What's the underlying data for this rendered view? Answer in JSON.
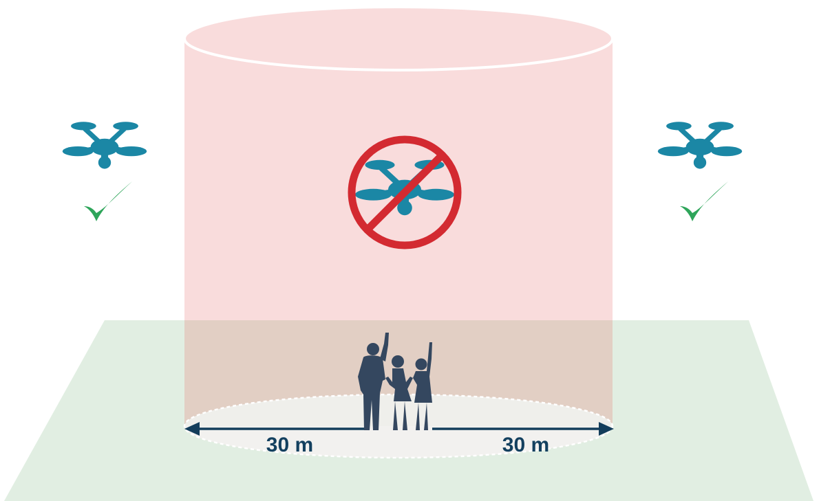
{
  "colors": {
    "ground": "#e1eee2",
    "cylinder": "#f9dcdc",
    "cylinder_lower": "#e2cfc4",
    "base_ellipse": "#f1f5f2",
    "drone": "#1b87a5",
    "prohibit": "#d32a31",
    "check": "#2ea55a",
    "arrow": "#133d5b",
    "label": "#13405f",
    "people": "#34475f"
  },
  "icons": {
    "left_drone": "drone-icon",
    "right_drone": "drone-icon",
    "left_check": "checkmark-icon",
    "right_check": "checkmark-icon",
    "center": "no-drone-prohibition-icon",
    "people": "people-silhouette"
  },
  "labels": {
    "left_distance": "30 m",
    "right_distance": "30 m"
  }
}
